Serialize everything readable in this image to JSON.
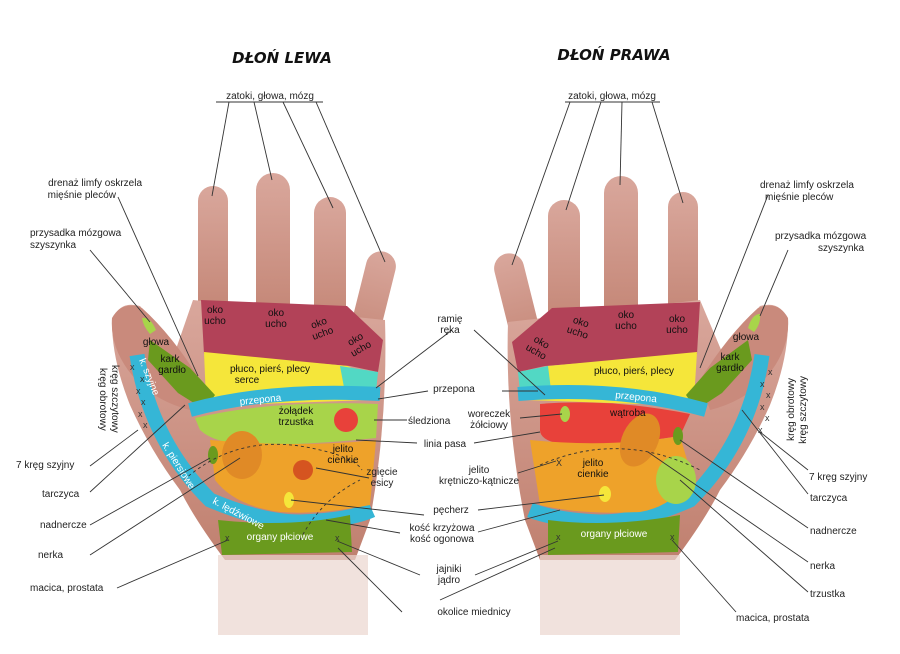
{
  "left": {
    "title": "DŁOŃ LEWA",
    "top_label": "zatoki, głowa, mózg",
    "labels": {
      "drenaz": [
        "drenaż limfy oskrzela",
        "mięśnie pleców"
      ],
      "przysadka": [
        "przysadka mózgowa",
        "szyszynka"
      ],
      "krag7": "7 kręg szyjny",
      "tarczyca": "tarczyca",
      "nadnercze": "nadnercze",
      "nerka": "nerka",
      "macica": "macica, prostata",
      "kregi": [
        "kręg szczytowy",
        "kręg obrotowy"
      ]
    },
    "zones": {
      "oko1": [
        "oko",
        "ucho"
      ],
      "oko2": [
        "oko",
        "ucho"
      ],
      "oko3": [
        "oko",
        "ucho"
      ],
      "oko4": [
        "oko",
        "ucho"
      ],
      "pluco": [
        "płuco, pierś, plecy",
        "serce"
      ],
      "glowa": "głowa",
      "kark": [
        "kark",
        "gardło"
      ],
      "kszyjne": "k. szyjne",
      "przepona": "przepona",
      "zoladek": [
        "żołądek",
        "trzustka"
      ],
      "jelito": [
        "jelito",
        "cienkie"
      ],
      "kpiersiowe": "k. piersiowe",
      "kledzwiowe": "k. lędźwiowe",
      "organy": "organy płciowe"
    }
  },
  "right": {
    "title": "DŁOŃ PRAWA",
    "top_label": "zatoki, głowa, mózg",
    "labels": {
      "drenaz": [
        "drenaż limfy oskrzela",
        "mięśnie pleców"
      ],
      "przysadka": [
        "przysadka mózgowa",
        "szyszynka"
      ],
      "krag7": "7 kręg szyjny",
      "tarczyca": "tarczyca",
      "nadnercze": "nadnercze",
      "nerka": "nerka",
      "trzustka": "trzustka",
      "macica": "macica, prostata",
      "kregi": [
        "kręg obrotowy",
        "kręg szczytowy"
      ]
    },
    "zones": {
      "oko1": [
        "oko",
        "ucho"
      ],
      "oko2": [
        "oko",
        "ucho"
      ],
      "oko3": [
        "oko",
        "ucho"
      ],
      "oko4": [
        "oko",
        "ucho"
      ],
      "pluco": "płuco, pierś, plecy",
      "glowa": "głowa",
      "kark": [
        "kark",
        "gardło"
      ],
      "przepona": "przepona",
      "watroba": "wątroba",
      "jelito": [
        "jelito",
        "cienkie"
      ],
      "organy": "organy płciowe"
    }
  },
  "center": {
    "ramie": [
      "ramię",
      "ręka"
    ],
    "przepona": "przepona",
    "sledziona": "śledziona",
    "woreczek": [
      "woreczek",
      "żółciowy"
    ],
    "linia": "linia pasa",
    "zgiecie": [
      "zgięcie",
      "esicy"
    ],
    "jelito_kretnicze": [
      "jelito",
      "krętniczo-kątnicze"
    ],
    "pecherz": "pęcherz",
    "kosc": [
      "kość krzyżowa",
      "kość ogonowa"
    ],
    "jajniki": [
      "jajniki",
      "jądro"
    ],
    "okolice": "okolice miednicy"
  },
  "colors": {
    "skin": "#c98a7c",
    "crimson": "#b24258",
    "yellow": "#f5e63a",
    "blue": "#35b6d6",
    "green": "#6a9a1e",
    "lime": "#a8d44a",
    "orange": "#eea22a",
    "red": "#e8413a",
    "teal": "#52d8c4"
  }
}
